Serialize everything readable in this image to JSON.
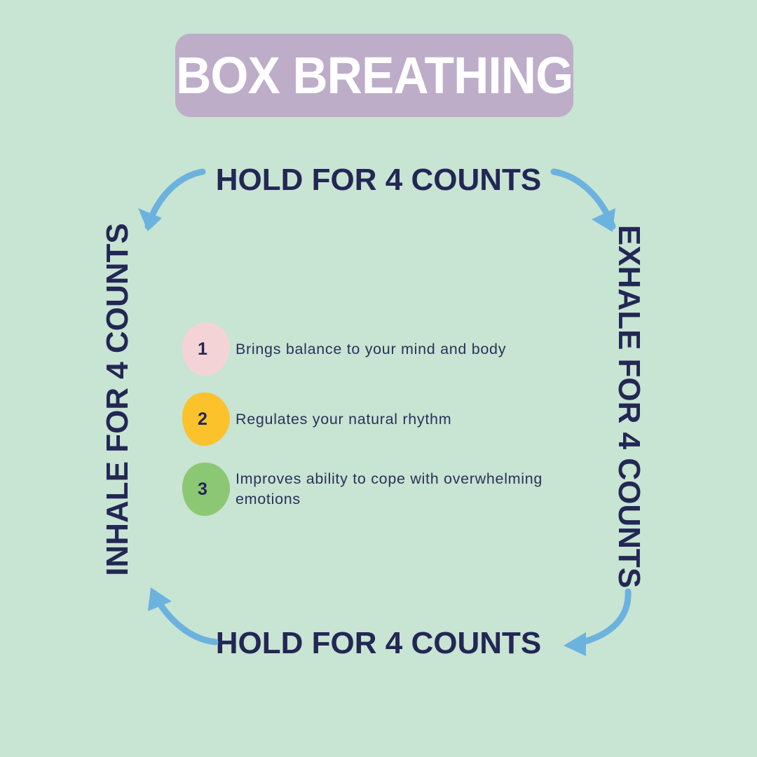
{
  "page": {
    "title": "BOX BREATHING",
    "background_color": "#c8e4d3"
  },
  "banner": {
    "label": "BOX BREATHING",
    "background_color": "#bdadc9",
    "text_color": "#ffffff"
  },
  "cycle": {
    "text_color": "#232754",
    "steps": [
      {
        "id": "hold-top",
        "label": "HOLD FOR 4 COUNTS",
        "position": "top",
        "orientation": "horizontal"
      },
      {
        "id": "exhale",
        "label": "EXHALE  FOR 4 COUNTS",
        "position": "right",
        "orientation": "vertical-down"
      },
      {
        "id": "hold-bottom",
        "label": "HOLD FOR 4 COUNTS",
        "position": "bottom",
        "orientation": "horizontal"
      },
      {
        "id": "inhale",
        "label": "INHALE FOR 4 COUNTS",
        "position": "left",
        "orientation": "vertical-up"
      }
    ]
  },
  "arrows": {
    "color": "#6cb2df",
    "items": [
      {
        "id": "arrow-top-left",
        "icon": "curved-arrow-down-left-icon"
      },
      {
        "id": "arrow-top-right",
        "icon": "curved-arrow-down-right-icon"
      },
      {
        "id": "arrow-bottom-left",
        "icon": "curved-arrow-up-left-icon"
      },
      {
        "id": "arrow-bottom-right",
        "icon": "curved-arrow-left-icon"
      }
    ]
  },
  "benefits": {
    "text_color": "#2b3159",
    "items": [
      {
        "number": "1",
        "text": "Brings balance to your mind and body",
        "blob_color": "#f4d3d6"
      },
      {
        "number": "2",
        "text": "Regulates your natural rhythm",
        "blob_color": "#fbc22b"
      },
      {
        "number": "3",
        "text": "Improves ability to cope with overwhelming emotions",
        "blob_color": "#8cc873"
      }
    ]
  }
}
